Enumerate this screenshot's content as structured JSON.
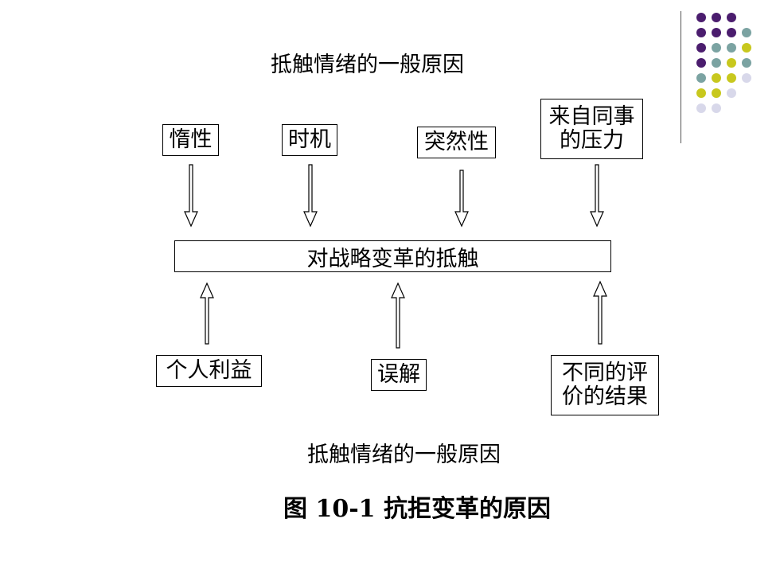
{
  "top_title": "抵触情绪的一般原因",
  "upper_factors": [
    {
      "lines": [
        "惰性"
      ]
    },
    {
      "lines": [
        "时机"
      ]
    },
    {
      "lines": [
        "突然性"
      ]
    },
    {
      "lines": [
        "来自同事",
        "的压力"
      ]
    }
  ],
  "center_label": "对战略变革的抵触",
  "lower_factors": [
    {
      "lines": [
        "个人利益"
      ]
    },
    {
      "lines": [
        "误解"
      ]
    },
    {
      "lines": [
        "不同的评",
        "价的结果"
      ]
    }
  ],
  "bottom_subtitle": "抵触情绪的一般原因",
  "figure_caption": "图 10-1 抗拒变革的原因",
  "colors": {
    "purple": "#4b1d6e",
    "teal": "#7ba3a2",
    "olive": "#c8c81e",
    "lavender": "#d8d8ea"
  },
  "decor_dot_grid": [
    [
      "purple",
      "purple",
      "purple",
      null
    ],
    [
      "purple",
      "purple",
      "purple",
      "teal"
    ],
    [
      "purple",
      "teal",
      "teal",
      "olive"
    ],
    [
      "purple",
      "teal",
      "olive",
      "teal"
    ],
    [
      "teal",
      "olive",
      "olive",
      "lavender"
    ],
    [
      "olive",
      "olive",
      "lavender",
      null
    ],
    [
      "lavender",
      "lavender",
      null,
      null
    ]
  ]
}
